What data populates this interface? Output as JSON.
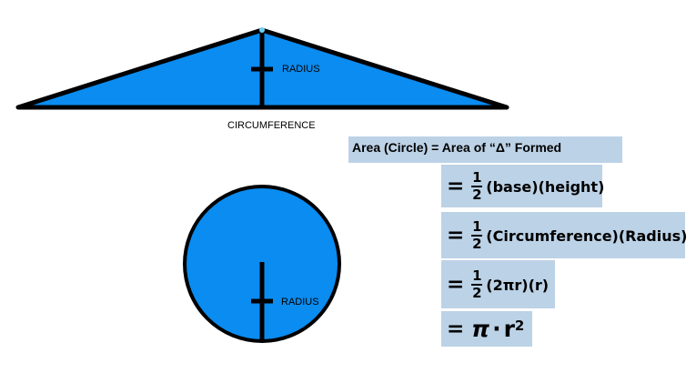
{
  "triangle": {
    "radius_label": "RADIUS",
    "base_label": "CIRCUMFERENCE"
  },
  "circle": {
    "radius_label": "RADIUS"
  },
  "equations": {
    "header": "Area (Circle) = Area of “Δ” Formed",
    "equals": "=",
    "half_num": "1",
    "half_den": "2",
    "line1": "(base)(height)",
    "line2": "(Circumference)(Radius)",
    "line3": "(2πr)(r)",
    "final_pi": "π",
    "final_dot": "·",
    "final_r": "r",
    "final_exp": "2"
  },
  "colors": {
    "fill": "#0a8cf0",
    "stroke": "#000000",
    "equation_box": "#bcd2e6"
  }
}
